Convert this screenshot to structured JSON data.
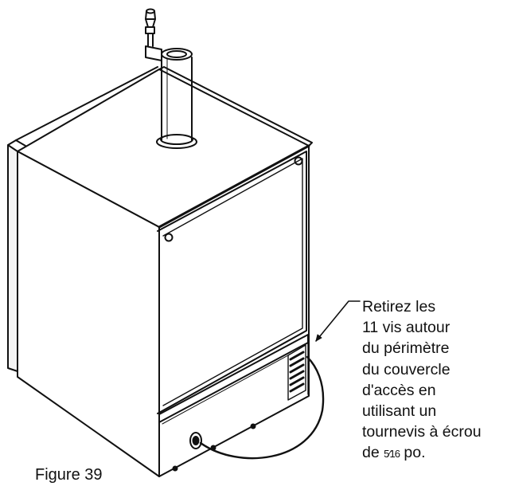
{
  "callout": {
    "lines": [
      "Retirez les",
      "11 vis autour",
      "du périmètre",
      "du couvercle",
      "d'accès en",
      "utilisant un",
      "tournevis à écrou"
    ],
    "last_prefix": "de ",
    "fraction": "5⁄16",
    "last_suffix": " po."
  },
  "caption": "Figure 39"
}
